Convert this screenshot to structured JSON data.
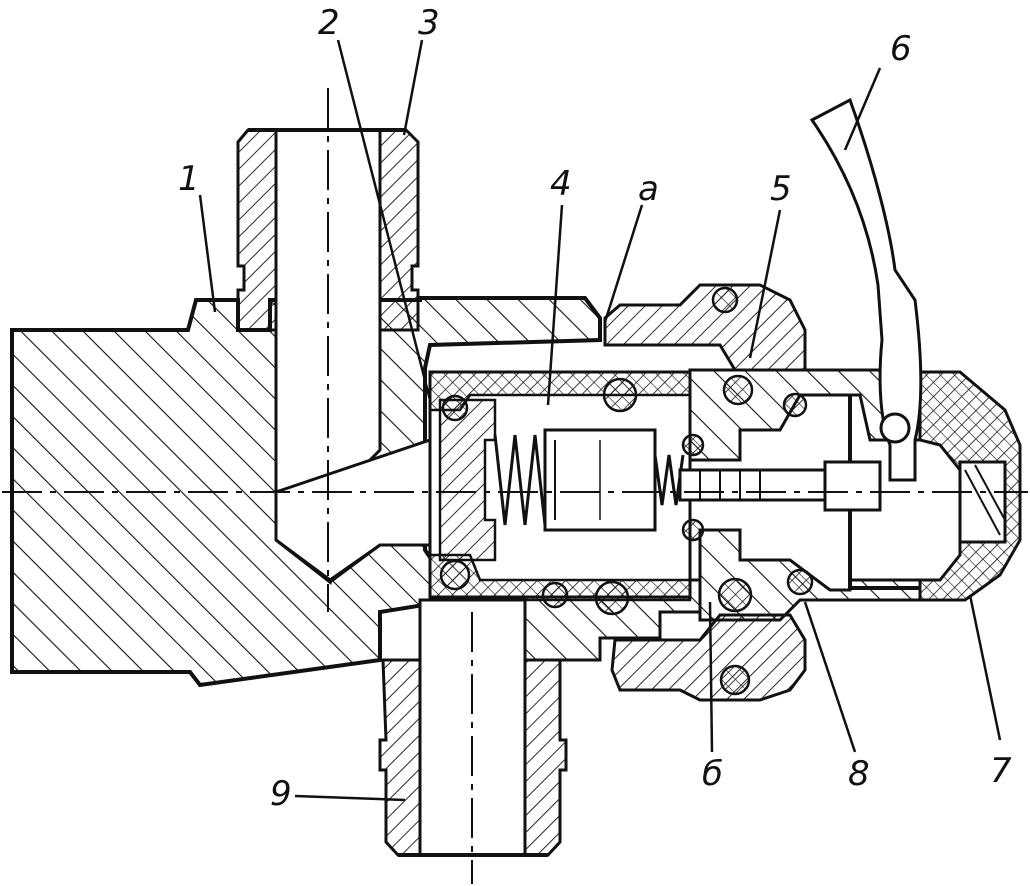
{
  "diagram": {
    "background": "#ffffff",
    "ink": "#111111",
    "labels": {
      "l1": "1",
      "l2": "2",
      "l3": "3",
      "l4": "4",
      "la": "а",
      "l5": "5",
      "l6": "6",
      "lb": "б",
      "l8": "8",
      "l7": "7",
      "l9": "9"
    }
  }
}
